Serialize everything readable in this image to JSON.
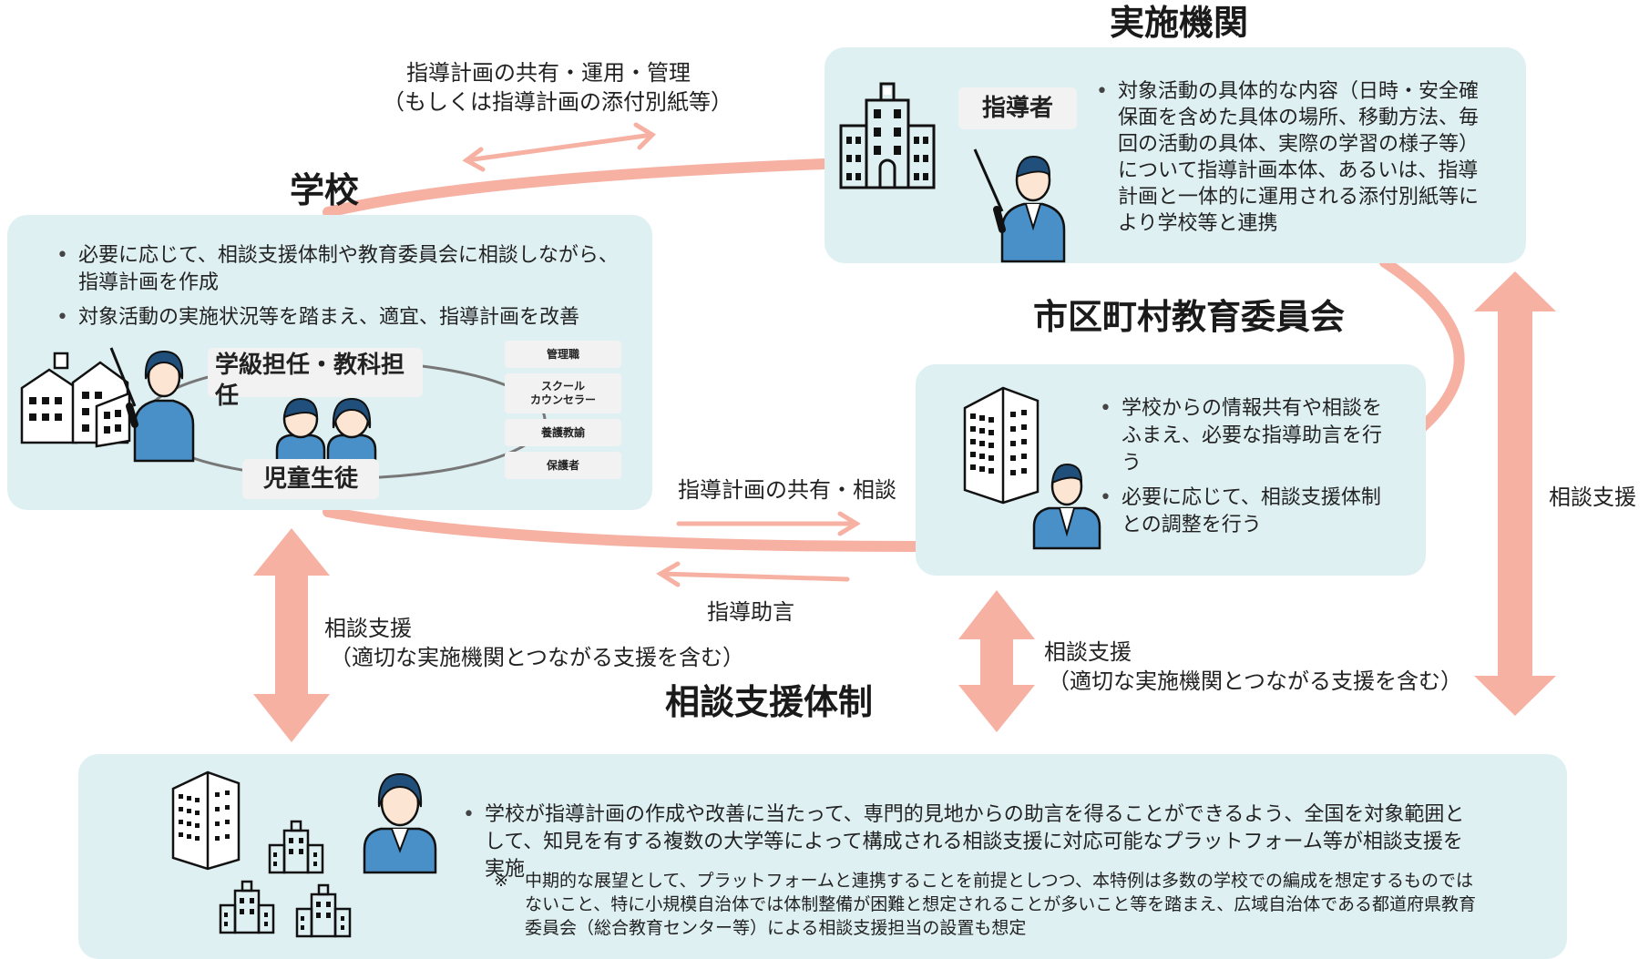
{
  "colors": {
    "panel": "#dff0f3",
    "connector": "#f6b1a3",
    "text": "#222222"
  },
  "nodes": {
    "school": {
      "title": "学校",
      "bullets": [
        "必要に応じて、相談支援体制や教育委員会に相談しながら、指導計画を作成",
        "対象活動の実施状況等を踏まえ、適宜、指導計画を改善"
      ],
      "teacher_label": "学級担任・教科担任",
      "students_label": "児童生徒",
      "roles": [
        "管理職",
        "スクール\nカウンセラー",
        "養護教諭",
        "保護者"
      ]
    },
    "institution": {
      "title": "実施機関",
      "leader_label": "指導者",
      "bullet": "対象活動の具体的な内容（日時・安全確保面を含めた具体の場所、移動方法、毎回の活動の具体、実際の学習の様子等）について指導計画本体、あるいは、指導計画と一体的に運用される添付別紙等により学校等と連携"
    },
    "board": {
      "title": "市区町村教育委員会",
      "bullets": [
        "学校からの情報共有や相談をふまえ、必要な指導助言を行う",
        "必要に応じて、相談支援体制との調整を行う"
      ]
    },
    "support": {
      "title": "相談支援体制",
      "bullet": "学校が指導計画の作成や改善に当たって、専門的見地からの助言を得ることができるよう、全国を対象範囲として、知見を有する複数の大学等によって構成される相談支援に対応可能なプラットフォーム等が相談支援を実施",
      "note_mark": "※",
      "note": "中期的な展望として、プラットフォームと連携することを前提としつつ、本特例は多数の学校での編成を想定するものではないこと、特に小規模自治体では体制整備が困難と想定されることが多いこと等を踏まえ、広域自治体である都道府県教育委員会（総合教育センター等）による相談支援担当の設置も想定"
    }
  },
  "edges": {
    "school_institution_line1": "指導計画の共有・運用・管理",
    "school_institution_line2": "（もしくは指導計画の添付別紙等）",
    "school_to_board": "指導計画の共有・相談",
    "board_to_school": "指導助言",
    "school_support_line1": "相談支援",
    "school_support_line2": "（適切な実施機関とつながる支援を含む）",
    "board_support_line1": "相談支援",
    "board_support_line2": "（適切な実施機関とつながる支援を含む）",
    "institution_support": "相談支援"
  },
  "icons": [
    "school-building-icon",
    "office-tower-icon",
    "teacher-pointer-icon",
    "businessman-icon",
    "student-boy-icon",
    "student-girl-icon",
    "female-staff-icon"
  ]
}
